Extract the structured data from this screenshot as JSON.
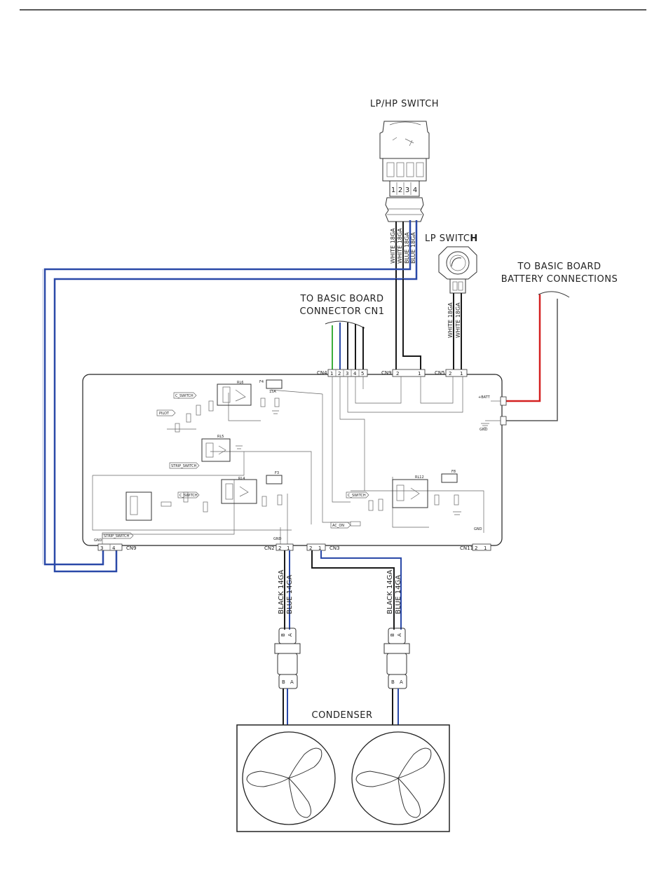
{
  "labels": {
    "lphp_switch": "LP/HP SWITCH",
    "lp_switch_a": "LP SWITC",
    "lp_switch_b": "H",
    "basic_board_cn1_l1": "TO BASIC BOARD",
    "basic_board_cn1_l2": "CONNECTOR CN1",
    "battery_l1": "TO BASIC BOARD",
    "battery_l2": "BATTERY CONNECTIONS",
    "condenser": "CONDENSER"
  },
  "lphp_pins": [
    "1",
    "2",
    "3",
    "4"
  ],
  "lphp_wires": [
    "WHITE 18GA",
    "WHITE 18GA",
    "BLUE 18GA",
    "BLUE 18GA"
  ],
  "lp_wires": [
    "WHITE 18GA",
    "WHITE 18GA"
  ],
  "connectors": {
    "cn4": {
      "name": "CN4",
      "pins": [
        "1",
        "2",
        "3",
        "4",
        "5"
      ]
    },
    "cn9_top": {
      "name": "CN9",
      "pins": [
        "2",
        "1"
      ]
    },
    "cn5": {
      "name": "CN5",
      "pins": [
        "2",
        "1"
      ]
    },
    "cn9_bottom": {
      "name": "CN9",
      "pins": [
        "3",
        "4"
      ]
    },
    "cn2": {
      "name": "CN2",
      "pins": [
        "2",
        "1"
      ]
    },
    "cn3": {
      "name": "CN3",
      "pins": [
        "2",
        "1"
      ]
    },
    "cn11": {
      "name": "CN11",
      "pins": [
        "2",
        "1"
      ]
    }
  },
  "fan_wires": {
    "left": [
      "BLACK 14GA",
      "BLUE 14GA"
    ],
    "right": [
      "BLACK 14GA",
      "BLUE 14GA"
    ]
  },
  "plug_pins": [
    "B",
    "A"
  ],
  "board_marks": {
    "batt": "+BATT",
    "gnd": "GND",
    "fuse": "15A",
    "relay_labels": [
      "RL6",
      "RL5",
      "RL4",
      "RL12"
    ],
    "fuse_labels": [
      "F4",
      "F3",
      "F8"
    ],
    "nets": [
      "C_SWITCH",
      "PILOT",
      "STRIP_SWITCH",
      "C_SWITCH",
      "C_SWITCH",
      "AC_ON",
      "STRIP_SWITCH"
    ]
  },
  "colors": {
    "blue_wire": "#2a49a8",
    "red_wire": "#d42020",
    "green_wire": "#3cae3c",
    "black_wire": "#1a1a1a",
    "outline": "#333333"
  }
}
